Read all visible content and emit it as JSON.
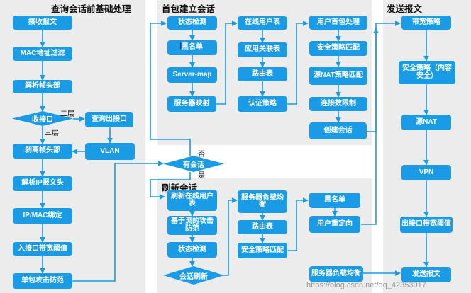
{
  "sections": {
    "pre": "查询会话前基础处理",
    "first": "首包建立会话",
    "refresh": "刷新会话",
    "send": "发送报文"
  },
  "col1": {
    "receive": "接收报文",
    "mac_filter": "MAC地址过滤",
    "parse_frame": "解析帧头部",
    "ingress_if": "收接口",
    "strip_frame": "剥离帧头部",
    "parse_ip": "解析IP报文头",
    "ip_mac_bind": "IP/MAC绑定",
    "in_if_bw": "入接口带宽阈值",
    "single_attack": "单包攻击防范"
  },
  "col2": {
    "query_out_if": "查询出接口",
    "vlan": "VLAN"
  },
  "labels": {
    "layer2": "二层",
    "layer3": "三层",
    "no": "否",
    "yes": "是"
  },
  "decision": {
    "has_session": "有会话",
    "session_refresh": "会话刷新"
  },
  "first_packet": {
    "state_check": "状态检测",
    "blacklist": "黑名单",
    "server_map": "Server-map",
    "server_map_entry": "服务器映射",
    "online_user": "在线用户表",
    "app_assoc": "应用关联表",
    "route": "路由表",
    "auth_policy": "认证策略",
    "user_first": "用户首包处理",
    "sec_policy": "安全策略匹配",
    "nat_policy": "源NAT策略匹配",
    "conn_limit": "连接数限制",
    "create_session": "创建会话"
  },
  "refresh": {
    "refresh_online": "刷新在线用户表",
    "flow_attack": "基于流的攻击防范",
    "state_check": "状态检测",
    "slb": "服务器负载均衡",
    "route": "路由表",
    "sec_policy": "安全策略匹配",
    "blacklist": "黑名单",
    "redirect": "用户重定向",
    "slb2": "服务器负载均衡"
  },
  "send": {
    "bw_policy": "带宽策略",
    "sec_policy_content": "安全策略（内容安全）",
    "src_nat": "源NAT",
    "vpn": "VPN",
    "out_if_bw": "出接口带宽阈值",
    "send_packet": "发送报文"
  },
  "watermark": "https://blog.csdn.net/qq_42353917",
  "colors": {
    "box": "#1a9be6",
    "panel": "#ececec",
    "line": "#1a9be6",
    "text_on_box": "#ffffff"
  }
}
